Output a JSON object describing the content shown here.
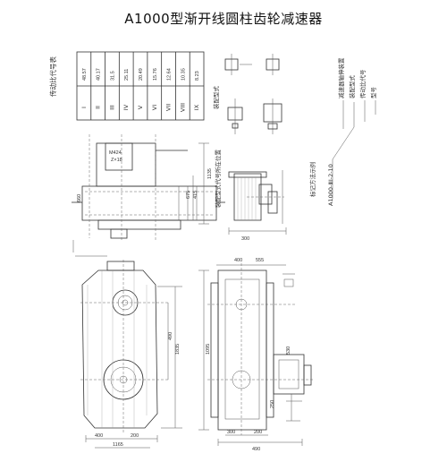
{
  "title": "A1000型渐开线圆柱齿轮减速器",
  "ratio_table": {
    "caption": "传动比代号表",
    "codes": [
      "I",
      "II",
      "III",
      "IV",
      "V",
      "VI",
      "VII",
      "VIII",
      "IX"
    ],
    "ratios": [
      "48.57",
      "40.17",
      "31.5",
      "25.11",
      "20.49",
      "15.76",
      "12.64",
      "10.35",
      "8.23"
    ]
  },
  "assembly": {
    "label": "装配型式",
    "mount_label": "装配型式代号所在位置"
  },
  "marking": {
    "label": "标记方法示例",
    "example": "A1000-ⅢⅠ-2-10",
    "notes": [
      "减速器轴伸装置",
      "装配型式",
      "传动比代号",
      "型号"
    ]
  },
  "dims": {
    "d1135": "1135",
    "d660": "660",
    "d415": "415",
    "d675": "675",
    "d300": "300",
    "d1835": "1835",
    "d490": "490",
    "d1165": "1165",
    "d400": "400",
    "d200": "200",
    "d1095": "1095",
    "d400e": "400",
    "d555": "555",
    "d530": "530",
    "d250": "250",
    "d490b": "490",
    "d300b": "300",
    "d200b": "200"
  }
}
